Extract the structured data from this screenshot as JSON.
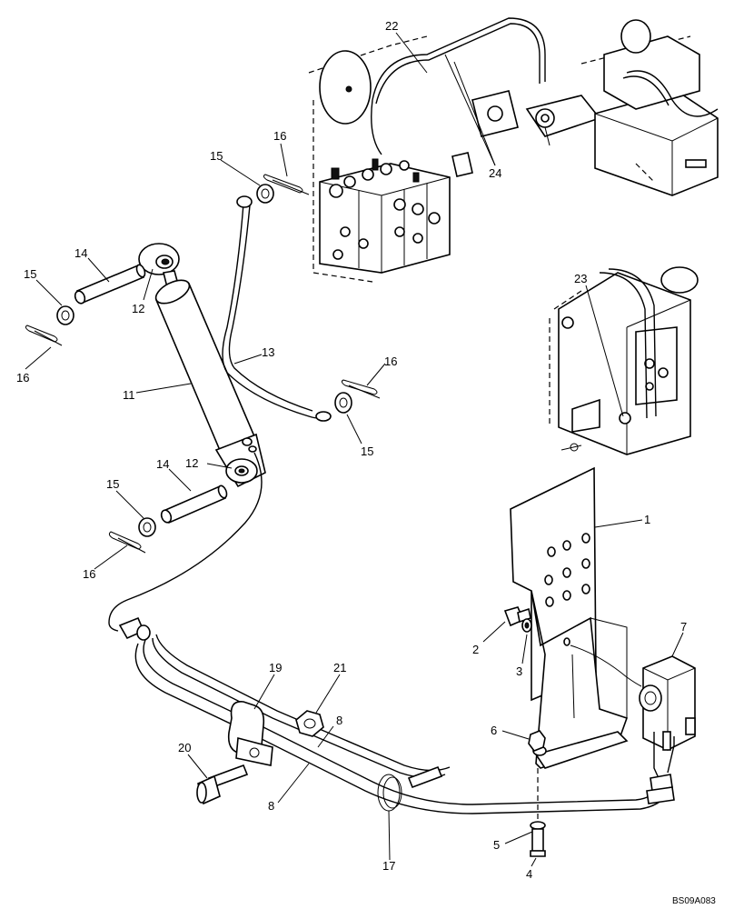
{
  "diagram": {
    "drawing_code": "BS09A083",
    "callouts": {
      "c1": "1",
      "c2": "2",
      "c3": "3",
      "c4": "4",
      "c5": "5",
      "c6": "6",
      "c7": "7",
      "c8a": "8",
      "c8b": "8",
      "c11": "11",
      "c12a": "12",
      "c12b": "12",
      "c13": "13",
      "c14a": "14",
      "c14b": "14",
      "c15a": "15",
      "c15b": "15",
      "c15c": "15",
      "c15d": "15",
      "c16a": "16",
      "c16b": "16",
      "c16c": "16",
      "c16d": "16",
      "c17": "17",
      "c19": "19",
      "c20": "20",
      "c21": "21",
      "c22": "22",
      "c23": "23",
      "c24": "24"
    }
  }
}
